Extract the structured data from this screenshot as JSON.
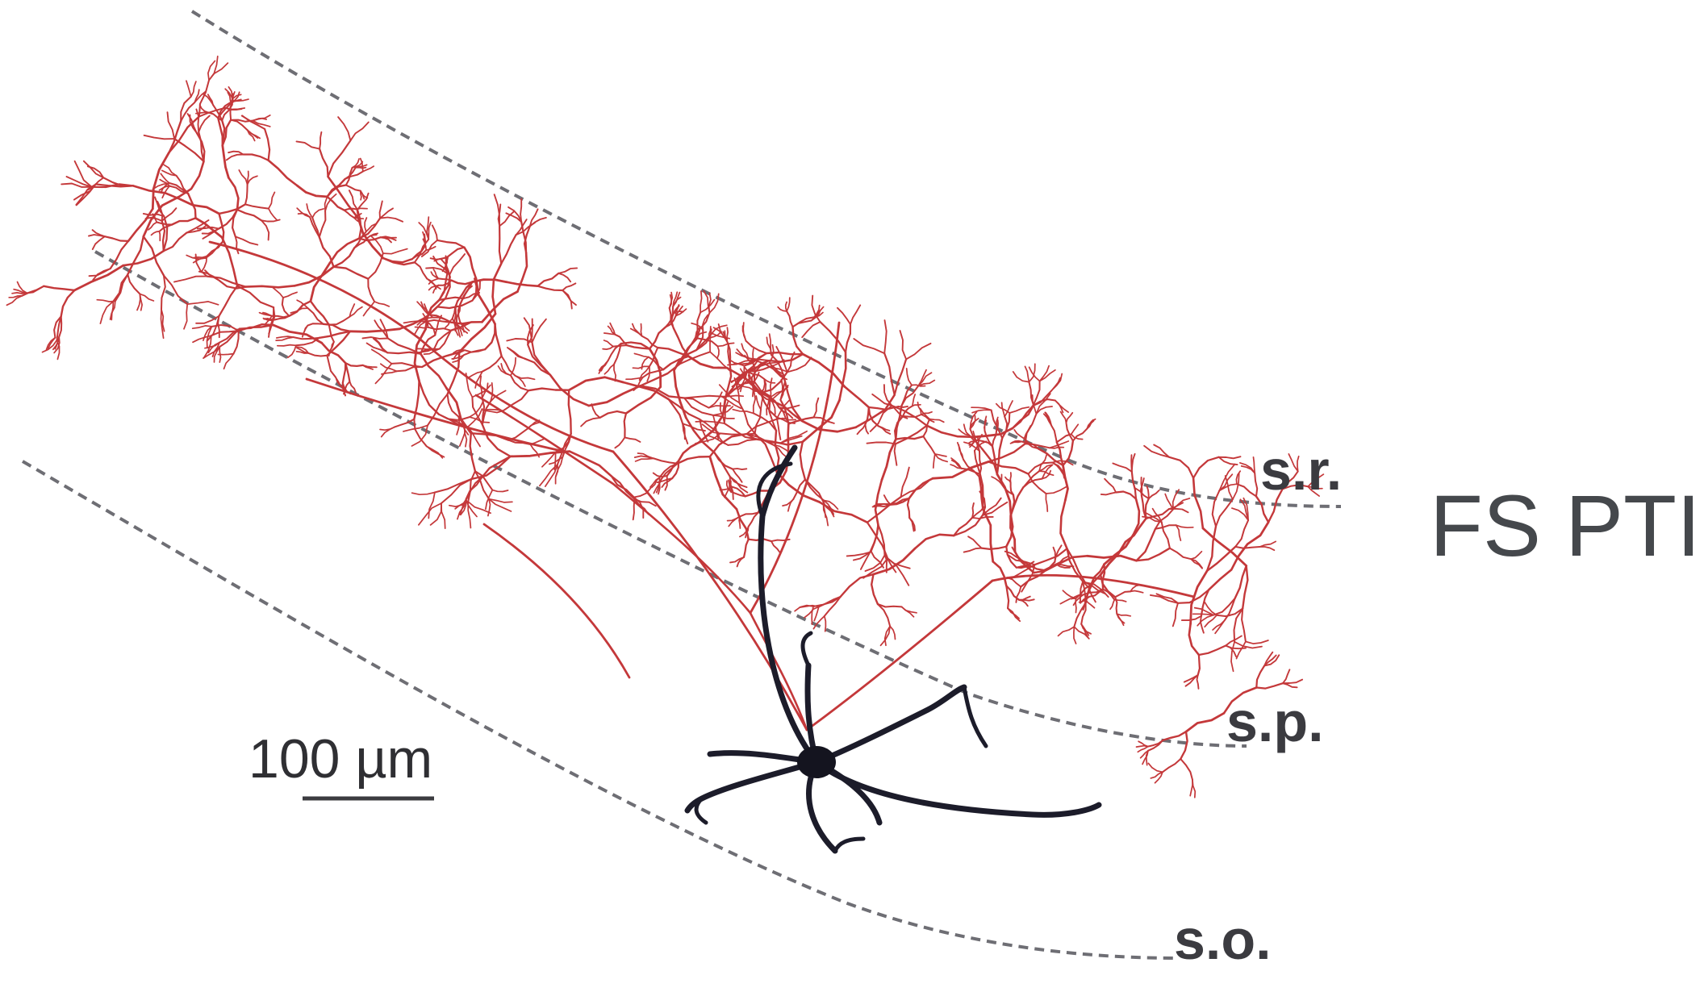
{
  "figure": {
    "title": "FS PTI",
    "layers": [
      {
        "id": "sr",
        "label": "s.r."
      },
      {
        "id": "sp",
        "label": "s.p."
      },
      {
        "id": "so",
        "label": "s.o."
      }
    ],
    "scale_bar": {
      "label": "100 µm",
      "length_um": 100
    },
    "colors": {
      "axon": "#c4383a",
      "dendrite": "#1c1c2a",
      "boundary": "#6e6e74",
      "text": "#3b3b40"
    }
  }
}
